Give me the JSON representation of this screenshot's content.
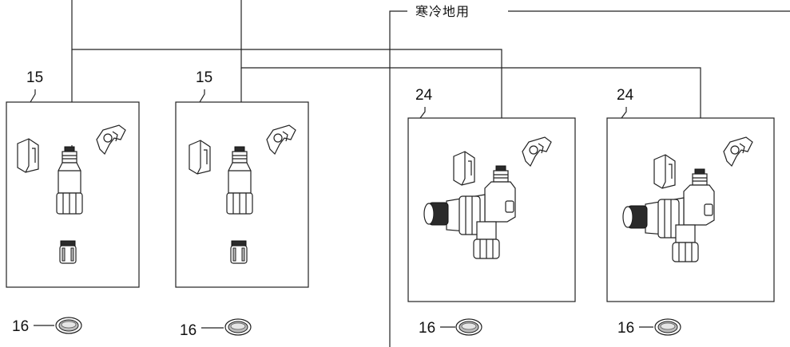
{
  "region_label": "寒冷地用",
  "parts": [
    {
      "label": "15"
    },
    {
      "label": "15"
    },
    {
      "label": "24"
    },
    {
      "label": "24"
    }
  ],
  "washers": [
    {
      "label": "16"
    },
    {
      "label": "16"
    },
    {
      "label": "16"
    },
    {
      "label": "16"
    }
  ]
}
